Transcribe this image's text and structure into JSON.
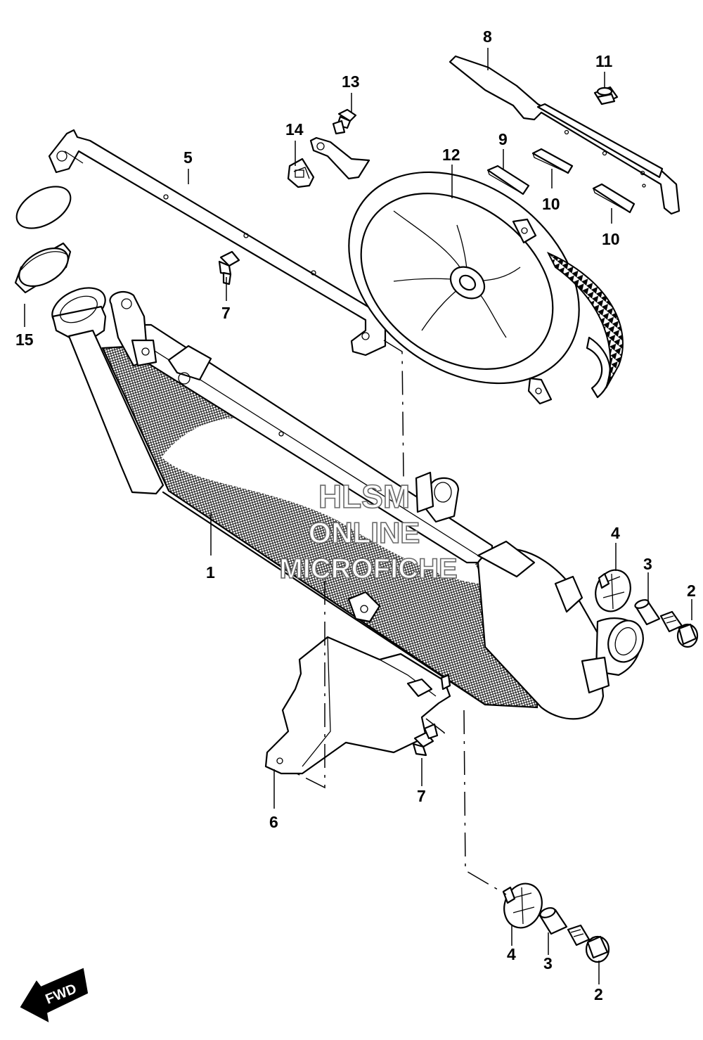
{
  "watermark": {
    "line1": "HLSM",
    "line2": "ONLINE",
    "line3": "MICROFICHE"
  },
  "direction_badge": {
    "text": "FWD",
    "icon": "fwd-arrow-icon"
  },
  "callouts": {
    "c1": "1",
    "c2a": "2",
    "c2b": "2",
    "c3a": "3",
    "c3b": "3",
    "c4a": "4",
    "c4b": "4",
    "c5": "5",
    "c6": "6",
    "c7a": "7",
    "c7b": "7",
    "c8": "8",
    "c9": "9",
    "c10a": "10",
    "c10b": "10",
    "c11": "11",
    "c12": "12",
    "c13": "13",
    "c14": "14",
    "c15": "15"
  }
}
